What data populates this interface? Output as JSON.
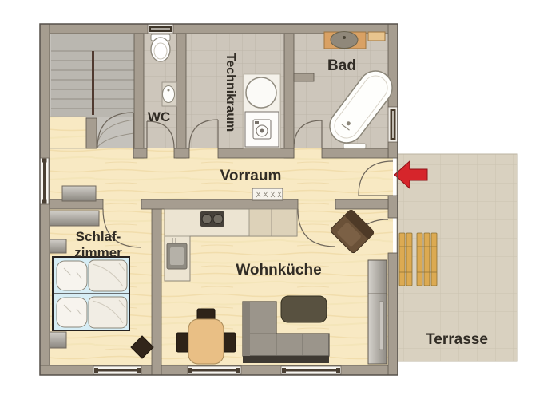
{
  "rooms": {
    "wc": {
      "label": "WC"
    },
    "technikraum": {
      "label": "Technikraum"
    },
    "bad": {
      "label": "Bad"
    },
    "vorraum": {
      "label": "Vorraum"
    },
    "schlafzimmer": {
      "label_line1": "Schlaf-",
      "label_line2": "zimmer"
    },
    "wohnkueche": {
      "label": "Wohnküche"
    },
    "terrasse": {
      "label": "Terrasse"
    }
  },
  "icons": {
    "staircase": "stairs-icon",
    "toilet": "toilet-icon",
    "washbasin": "washbasin-icon",
    "boiler": "boiler-icon",
    "washing_machine": "washing-machine-icon",
    "bathtub": "bathtub-icon",
    "vanity_sink": "vanity-sink-icon",
    "bath_mat": "bath-mat-icon",
    "double_bed": "double-bed-icon",
    "wardrobe": "wardrobe-icon",
    "nightstand": "nightstand-icon",
    "kitchen_counter": "kitchen-counter-icon",
    "cooktop": "cooktop-icon",
    "kitchen_sink": "kitchen-sink-icon",
    "sofa": "sofa-icon",
    "coffee_table": "coffee-table-icon",
    "armchair": "armchair-icon",
    "dining_table": "dining-table-icon",
    "dining_chair": "dining-chair-icon",
    "tall_cabinet": "tall-cabinet-icon",
    "radiator": "radiator-icon",
    "sideboard": "sideboard-icon",
    "sun_lounger": "sun-lounger-icon",
    "entrance_arrow": "entrance-arrow-icon",
    "window": "window-icon",
    "door_swing": "door-swing-icon",
    "plant_diamond": "plant-diamond-icon"
  },
  "colors": {
    "wall": "#a69d90",
    "wood_floor": "#f8e9c3",
    "tile_floor": "#cdc6bb",
    "terrace_floor": "#d9d1c0",
    "stair_floor": "#c5c2bc",
    "bed_frame_blue": "#d6edf5",
    "arrow_red": "#d6252b",
    "lounger_wood": "#dcaa52",
    "label_text": "#312c25",
    "background": "#ffffff"
  }
}
